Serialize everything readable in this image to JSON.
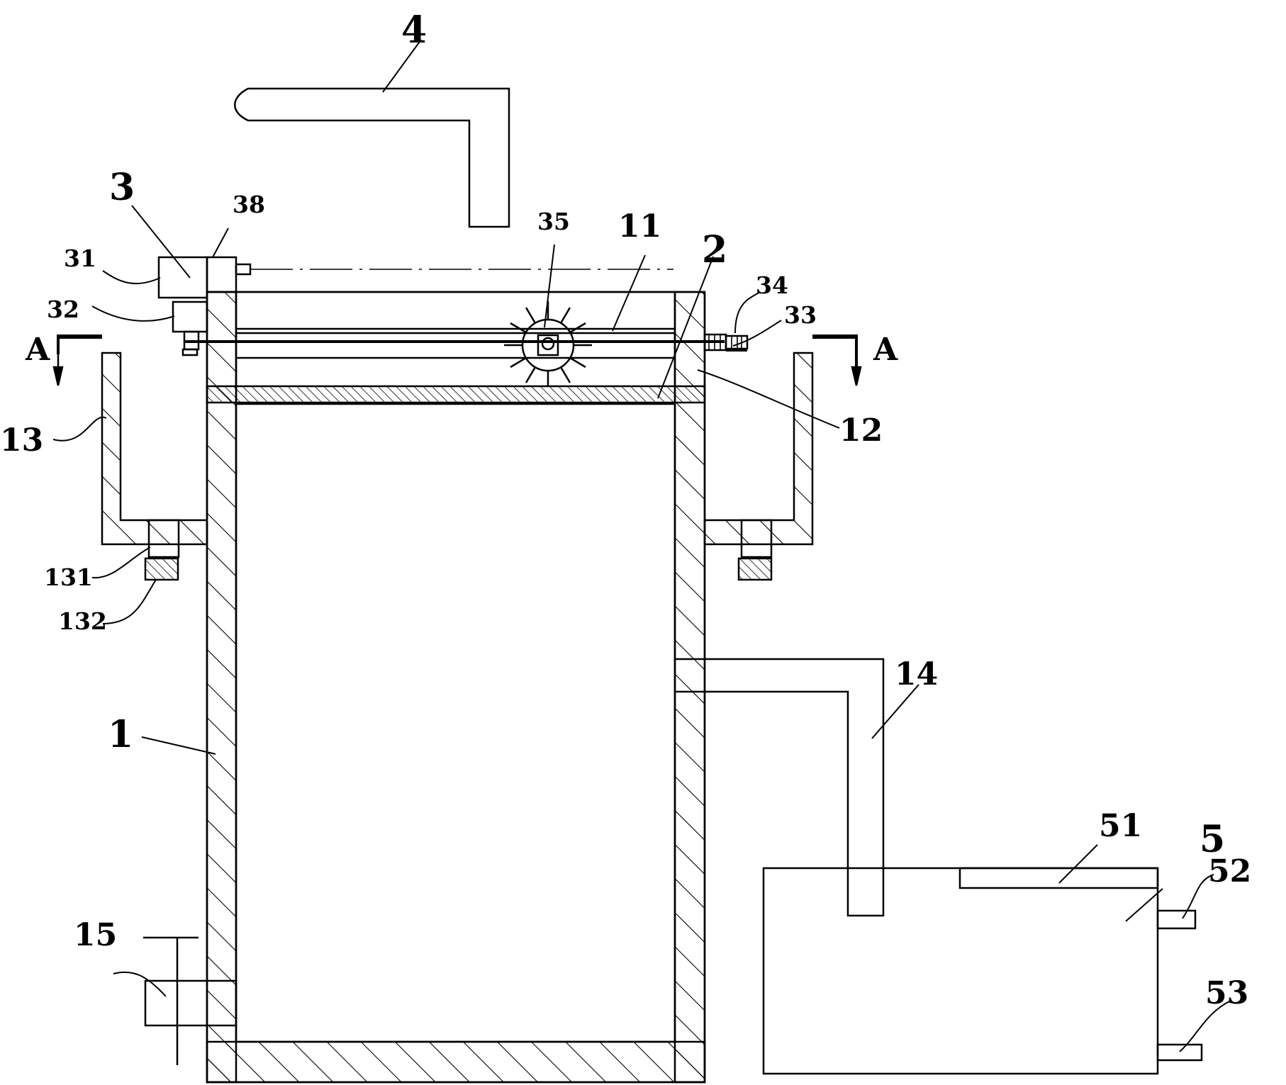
{
  "labels": {
    "n1": "1",
    "n2": "2",
    "n3": "3",
    "n4": "4",
    "n5": "5",
    "n11": "11",
    "n12": "12",
    "n13": "13",
    "n14": "14",
    "n15": "15",
    "n31": "31",
    "n32": "32",
    "n33": "33",
    "n34": "34",
    "n35": "35",
    "n38": "38",
    "n51": "51",
    "n52": "52",
    "n53": "53",
    "n131": "131",
    "n132": "132",
    "section_left": "A",
    "section_right": "A"
  },
  "colors": {
    "line": "#000000",
    "background": "#ffffff"
  }
}
